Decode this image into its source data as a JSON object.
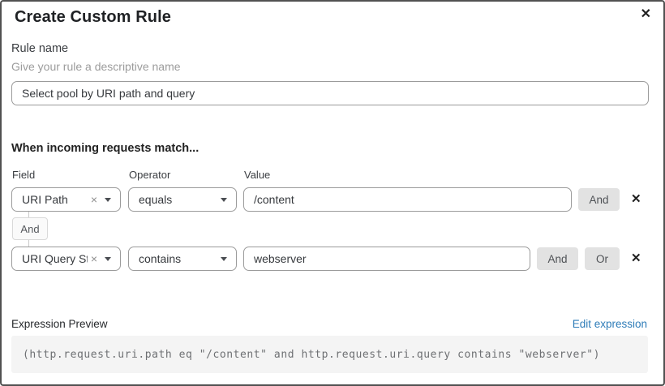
{
  "modal": {
    "title": "Create Custom Rule"
  },
  "icons": {
    "close": "✕",
    "remove": "✕",
    "clear": "×"
  },
  "rule_name": {
    "label": "Rule name",
    "hint": "Give your rule a descriptive name",
    "value": "Select pool by URI path and query"
  },
  "match": {
    "heading": "When incoming requests match...",
    "columns": {
      "field": "Field",
      "operator": "Operator",
      "value": "Value"
    },
    "connector_label": "And",
    "rows": [
      {
        "field": "URI Path",
        "operator": "equals",
        "value": "/content",
        "and_label": "And"
      },
      {
        "field": "URI Query St...",
        "operator": "contains",
        "value": "webserver",
        "and_label": "And",
        "or_label": "Or"
      }
    ]
  },
  "expression": {
    "label": "Expression Preview",
    "edit_link": "Edit expression",
    "code": "(http.request.uri.path eq \"/content\" and http.request.uri.query contains \"webserver\")"
  },
  "colors": {
    "link_blue": "#2e7cb8",
    "button_gray": "#e2e2e2",
    "code_bg": "#f4f4f4",
    "border_gray": "#9b9b9b"
  }
}
